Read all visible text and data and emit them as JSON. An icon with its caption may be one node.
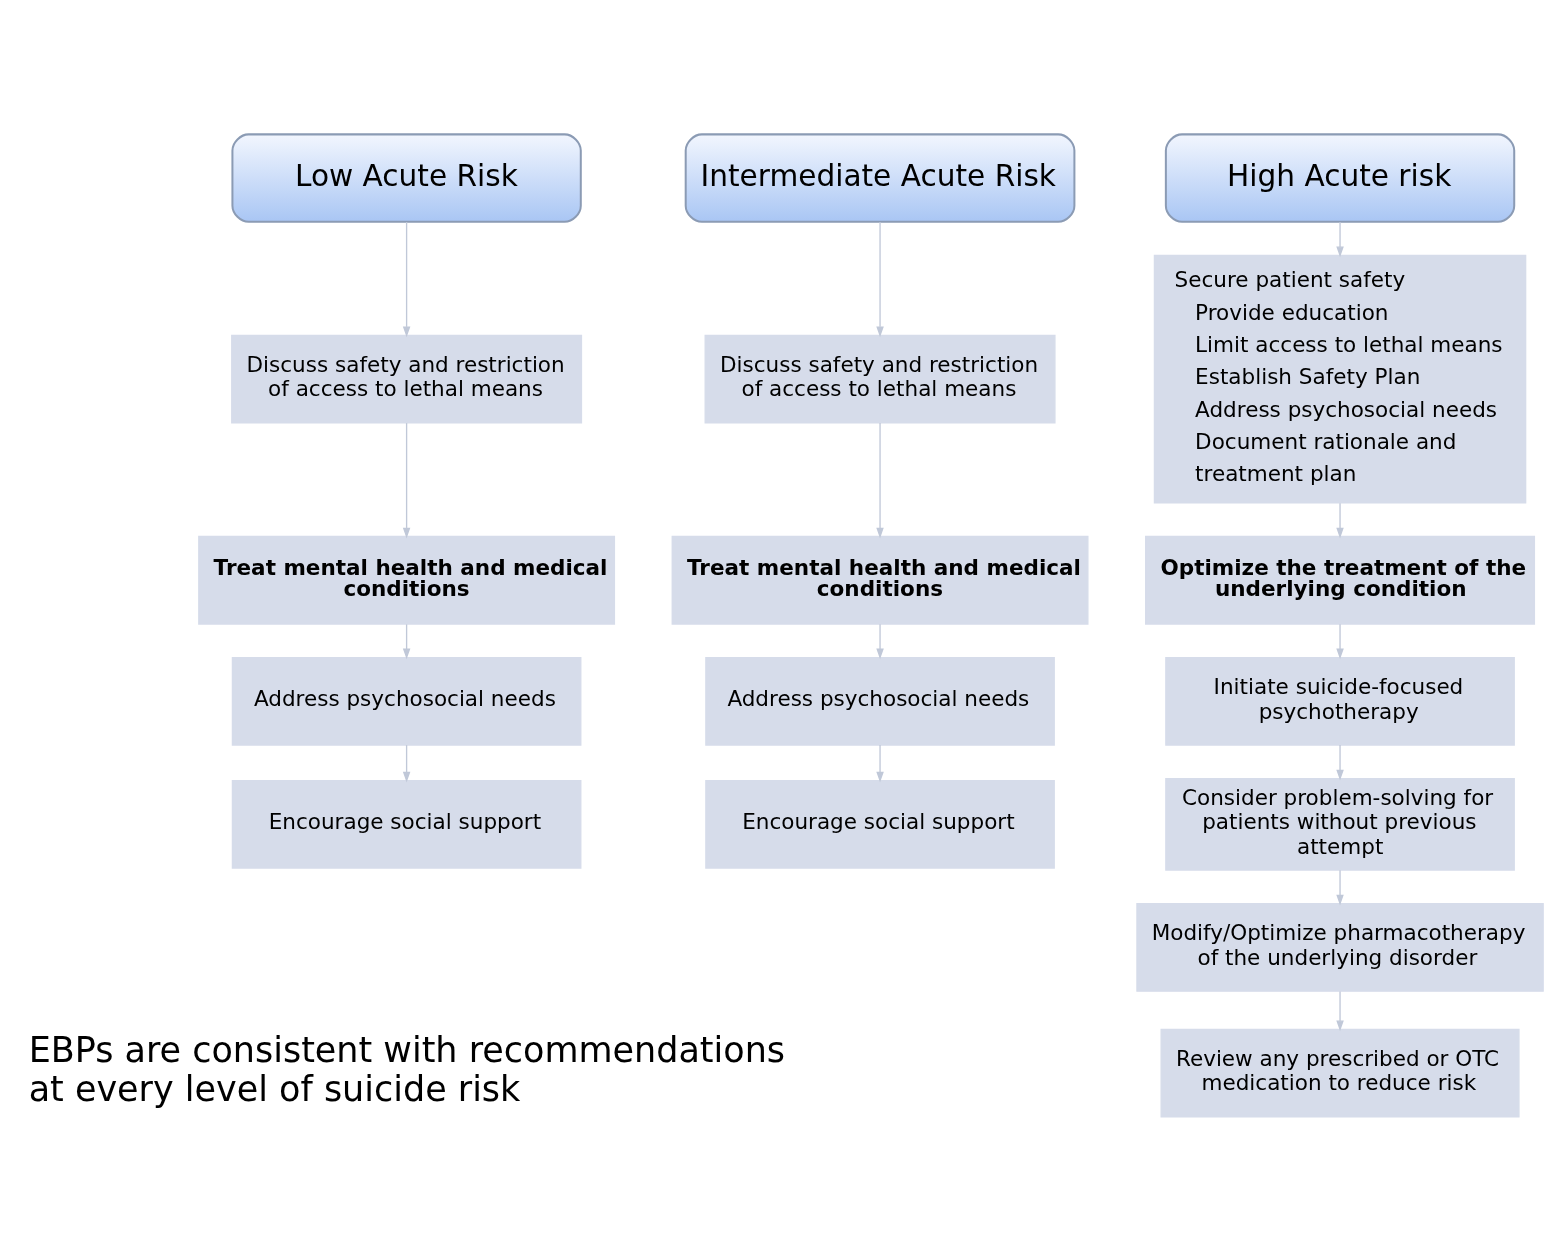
{
  "diagram": {
    "nodes": [
      {
        "text": [
          "Low Acute Risk"
        ]
      },
      {
        "text": [
          "Discuss safety and restriction of access to lethal means"
        ]
      },
      {
        "text": [
          "Treat mental health and medical conditions"
        ]
      },
      {
        "text": [
          "Address psychosocial needs"
        ]
      },
      {
        "text": [
          "Encourage social support"
        ]
      },
      {
        "text": [
          "Intermediate Acute Risk"
        ]
      },
      {
        "text": [
          "Discuss safety and restriction of access to lethal means"
        ]
      },
      {
        "text": [
          "Treat mental health and medical conditions"
        ]
      },
      {
        "text": [
          "Address psychosocial needs"
        ]
      },
      {
        "text": [
          "Encourage social support"
        ]
      },
      {
        "text": [
          "High Acute risk"
        ]
      },
      {
        "text": [
          "Secure patient safety",
          "Provide education",
          "Limit access to lethal means",
          "Establish Safety Plan",
          "Address psychosocial needs",
          "Document rationale and treatment plan"
        ]
      },
      {
        "text": [
          "Optimize the treatment of the underlying condition"
        ]
      },
      {
        "text": [
          "Initiate suicide-focused psychotherapy"
        ]
      },
      {
        "text": [
          "Consider problem-solving for patients without previous attempt"
        ]
      },
      {
        "text": [
          "Modify/Optimize pharmacotherapy of the underlying disorder"
        ]
      },
      {
        "text": [
          "Review any prescribed or OTC medication to reduce risk"
        ]
      }
    ],
    "edges": [
      {
        "from": 0,
        "to": 1,
        "arrow": "to"
      },
      {
        "from": 1,
        "to": 2,
        "arrow": "to"
      },
      {
        "from": 2,
        "to": 3,
        "arrow": "to"
      },
      {
        "from": 3,
        "to": 4,
        "arrow": "to"
      },
      {
        "from": 5,
        "to": 6,
        "arrow": "to"
      },
      {
        "from": 6,
        "to": 7,
        "arrow": "to"
      },
      {
        "from": 7,
        "to": 8,
        "arrow": "to"
      },
      {
        "from": 8,
        "to": 9,
        "arrow": "to"
      },
      {
        "from": 10,
        "to": 11,
        "arrow": "to"
      },
      {
        "from": 11,
        "to": 12,
        "arrow": "to"
      },
      {
        "from": 12,
        "to": 13,
        "arrow": "to"
      },
      {
        "from": 13,
        "to": 14,
        "arrow": "to"
      },
      {
        "from": 14,
        "to": 15,
        "arrow": "to"
      },
      {
        "from": 15,
        "to": 16,
        "arrow": "to"
      }
    ],
    "labels": [
      "EBPs are consistent with recommendations at every level of suicide risk"
    ]
  }
}
